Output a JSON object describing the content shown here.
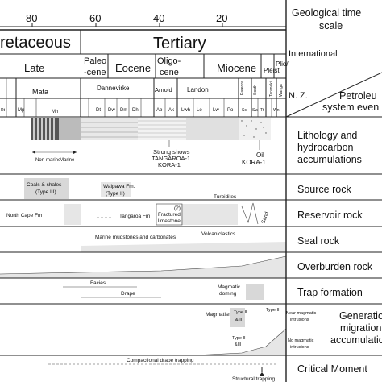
{
  "ages": [
    "80",
    "60",
    "40",
    "20"
  ],
  "periods": {
    "cretaceous": "retaceous",
    "tertiary": "Tertiary"
  },
  "epochs": {
    "late": "Late",
    "paleo": "Paleo",
    "paleo2": "-cene",
    "eocene": "Eocene",
    "oligo": "Oligo-",
    "oligo2": "cene",
    "miocene": "Miocene",
    "pliest": "Pleist",
    "plio": "Plio/"
  },
  "groups": {
    "mata": "Mata",
    "dannevirke": "Dannevirke",
    "arnold": "Arnold",
    "landon": "Landon",
    "pareora": "Pareora",
    "southland": "South",
    "taranaki": "Taranaki",
    "wanganui": "Wanga"
  },
  "stages": [
    "Mp",
    "Mh",
    "Dt",
    "Dw",
    "Dm",
    "Dh",
    "Ab",
    "Ak",
    "Lwh",
    "Lo",
    "Lw",
    "Po",
    "Sc",
    "Sw",
    "Tt",
    "Wn",
    "Rt"
  ],
  "lithology": {
    "nonmarine": "Non-marine",
    "marine": "Marine",
    "shows1": "Strong shows",
    "shows2": "TANGAROA-1",
    "shows3": "KORA-1",
    "oil1": "Oil",
    "oil2": "KORA-1"
  },
  "source": {
    "coals": "Coals & shales",
    "coals_type": "(Type III)",
    "waipawa": "Waipawa Fm.",
    "waipawa_type": "(Type II)"
  },
  "reservoir": {
    "northcape": "North Cape Fm",
    "tangaroa": "Tangaroa Fm",
    "fractured1": "(?)",
    "fractured2": "Fractured",
    "fractured3": "limestone",
    "turbidites": "Turbidites",
    "sand": "Sand"
  },
  "seal": {
    "mudstones": "Marine mudstones and carbonates",
    "volcaniclastics": "Volcaniclastics"
  },
  "trap": {
    "facies": "Facies",
    "drape": "Drape",
    "magmatic1": "Magmatic",
    "magmatic2": "doming"
  },
  "generation": {
    "magmatism": "Magmatism",
    "type1": "Type II",
    "type1b": "&III",
    "type2": "Type II",
    "type2b": "&III",
    "type3": "Type II",
    "near1": "Near magmatic",
    "near2": "intrusions",
    "no1": "No magmatic",
    "no2": "intrusions"
  },
  "critical": {
    "compactional": "Compactional drape trapping",
    "structural": "Structural trapping"
  },
  "right": {
    "geotime1": "Geological time",
    "geotime2": "scale",
    "international": "International",
    "nz": "N. Z.",
    "petro1": "Petroleu",
    "petro2": "system even",
    "lith1": "Lithology and",
    "lith2": "hydrocarbon",
    "lith3": "accumulations",
    "source": "Source rock",
    "reservoir": "Reservoir rock",
    "seal": "Seal rock",
    "overburden": "Overburden rock",
    "trap": "Trap formation",
    "gen1": "Generation",
    "gen2": "migration,",
    "gen3": "accumulatio",
    "critical": "Critical Moment"
  }
}
